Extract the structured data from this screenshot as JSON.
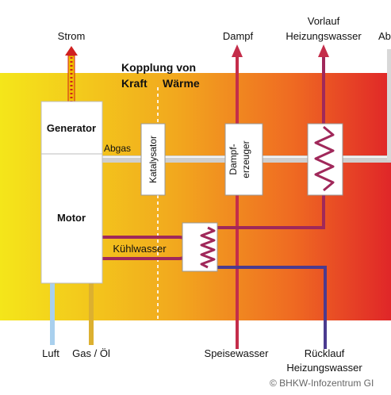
{
  "top_labels": {
    "strom": "Strom",
    "dampf": "Dampf",
    "vorlauf_line1": "Vorlauf",
    "vorlauf_line2": "Heizungswasser",
    "abgas_right": "Ab"
  },
  "title": {
    "line1": "Kopplung von",
    "line2_left": "Kraft",
    "line2_right": "Wärme"
  },
  "components": {
    "generator": "Generator",
    "motor": "Motor",
    "abgas": "Abgas",
    "katalysator": "Katalysator",
    "dampferzeuger_line1": "Dampf-",
    "dampferzeuger_line2": "erzeuger",
    "kuehlwasser": "Kühlwasser"
  },
  "bottom_labels": {
    "luft": "Luft",
    "gas_oel": "Gas / Öl",
    "speisewasser": "Speisewasser",
    "ruecklauf_line1": "Rücklauf",
    "ruecklauf_line2": "Heizungswasser"
  },
  "copyright": "© BHKW-Infozentrum GI",
  "colors": {
    "gradient_left": "#f2e21c",
    "gradient_mid": "#f29a1e",
    "gradient_right": "#e02a28",
    "hot_pipe": "#c42d4a",
    "cold_pipe": "#4b3b8f",
    "coolant_loop": "#a0285a",
    "exhaust_pipe": "#c8c8c8",
    "luft_pipe": "#9fc8e8",
    "gas_pipe": "#d9a520",
    "strom_arrow": "#f0c000"
  }
}
